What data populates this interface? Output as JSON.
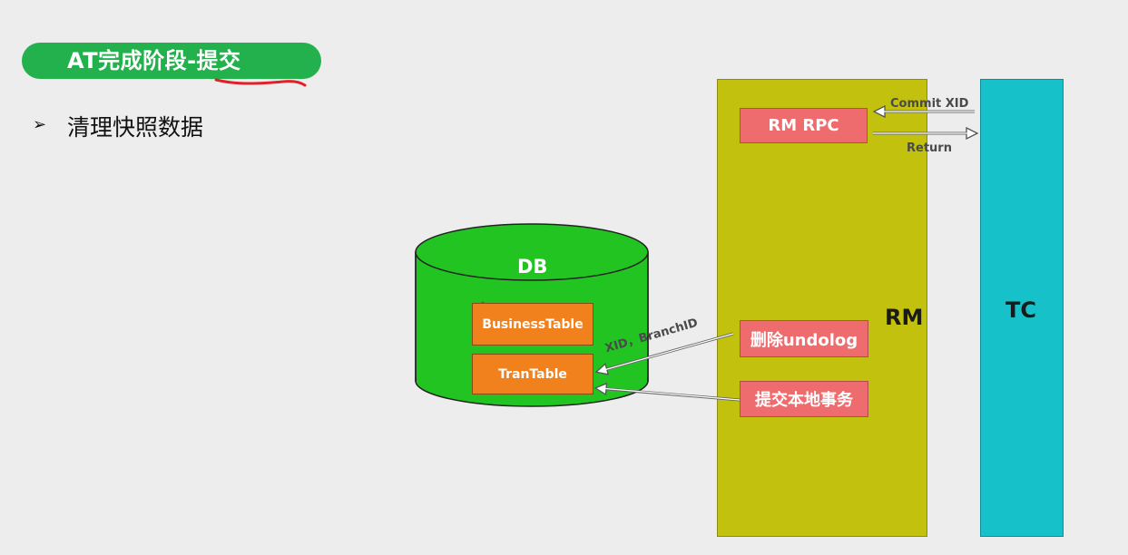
{
  "header": {
    "title": "AT完成阶段-提交"
  },
  "bullets": [
    {
      "marker": "➢",
      "text": "清理快照数据"
    }
  ],
  "diagram": {
    "db": {
      "label": "DB",
      "tables": [
        "BusinessTable",
        "TranTable"
      ]
    },
    "rm": {
      "label": "RM",
      "rpc_box": "RM RPC",
      "delete_undolog_box": "删除undolog",
      "commit_local_box": "提交本地事务"
    },
    "tc": {
      "label": "TC"
    },
    "messages": {
      "commit": "Commit XID",
      "return": "Return",
      "xid_branch": "XID，BranchID"
    },
    "colors": {
      "title_pill": "#22b14c",
      "db_cylinder": "#22c422",
      "rm_column": "#c2c20e",
      "tc_column": "#16c1c9",
      "rm_boxes": "#ee6b6e",
      "table_boxes": "#f0811c",
      "annotation_ink": "#e0202a"
    }
  }
}
